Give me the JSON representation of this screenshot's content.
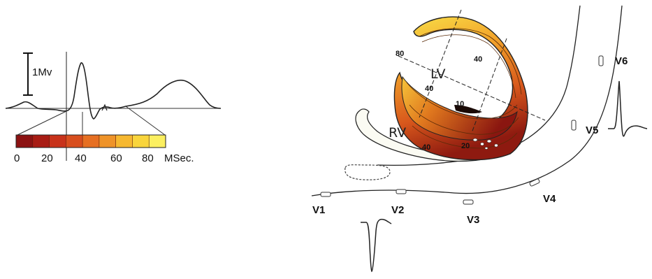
{
  "calibration": {
    "label": "1Mv"
  },
  "scale": {
    "ticks": [
      "0",
      "20",
      "40",
      "60",
      "80"
    ],
    "unit": "MSec.",
    "colors": [
      "#8c1212",
      "#a81c14",
      "#c8321a",
      "#d84e1e",
      "#e66f22",
      "#ef9328",
      "#f6b830",
      "#f9d53c",
      "#fbef60"
    ]
  },
  "heart": {
    "lv_label": "LV",
    "rv_label": "RV",
    "isochrones": [
      "80",
      "40",
      "40",
      "10",
      "40",
      "20"
    ]
  },
  "leads": [
    "V1",
    "V2",
    "V3",
    "V4",
    "V5",
    "V6"
  ]
}
